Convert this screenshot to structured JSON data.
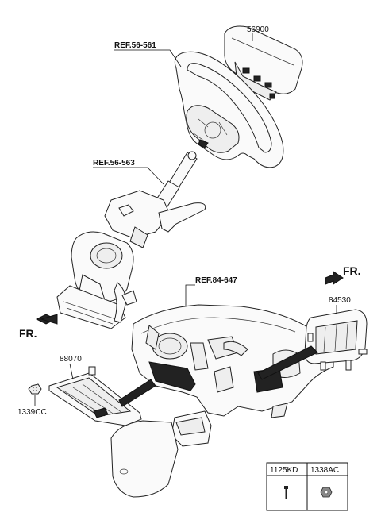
{
  "labels": {
    "airbag_module": "56900",
    "ref_steering_wheel": "REF.56-561",
    "ref_steering_column": "REF.56-563",
    "ref_crash_pad": "REF.84-647",
    "passenger_airbag": "84530",
    "knee_airbag": "88070",
    "nut_part": "1339CC"
  },
  "fr_arrows": {
    "right": "FR.",
    "left": "FR."
  },
  "legend_table": {
    "col1": "1125KD",
    "col2": "1338AC"
  }
}
